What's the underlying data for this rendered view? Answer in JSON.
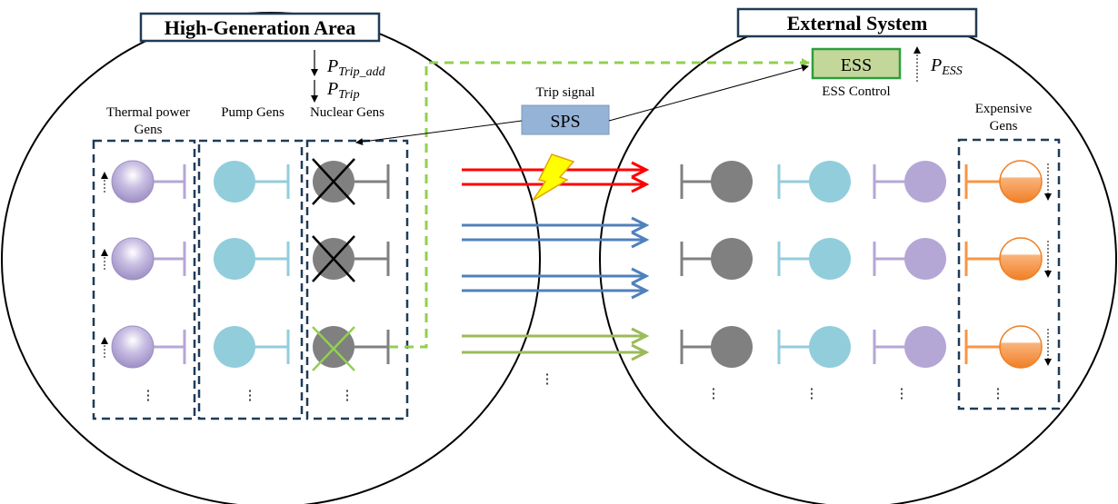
{
  "titles": {
    "left_area": "High-Generation Area",
    "right_area": "External System"
  },
  "labels": {
    "thermal_line1": "Thermal power",
    "thermal_line2": "Gens",
    "pump": "Pump Gens",
    "nuclear": "Nuclear Gens",
    "expensive_line1": "Expensive",
    "expensive_line2": "Gens",
    "trip_signal": "Trip signal",
    "sps": "SPS",
    "ess": "ESS",
    "ess_control": "ESS Control",
    "ellipsis": "⋮",
    "dots_center": "⋮"
  },
  "math": {
    "p_trip_add_main": "P",
    "p_trip_add_sub": "Trip_add",
    "p_trip_main": "P",
    "p_trip_sub": "Trip",
    "p_ess_main": "P",
    "p_ess_sub": "ESS"
  },
  "colors": {
    "thermal": "#b4a7d6",
    "pump": "#92cddc",
    "nuclear": "#808080",
    "expensive": "#f79646",
    "ess_fill": "#c4d79b",
    "ess_border": "#2e9e3e",
    "sps_fill": "#95b3d7",
    "red_line": "#ff0000",
    "blue_line": "#4f81bd",
    "green_line": "#9bbb59",
    "dash_green": "#92d050",
    "lightning": "#ffff00",
    "dashed_box": "#1f3b57"
  },
  "icons": {
    "trip_fault": "lightning-icon",
    "tripped_marker": "cross-icon"
  }
}
